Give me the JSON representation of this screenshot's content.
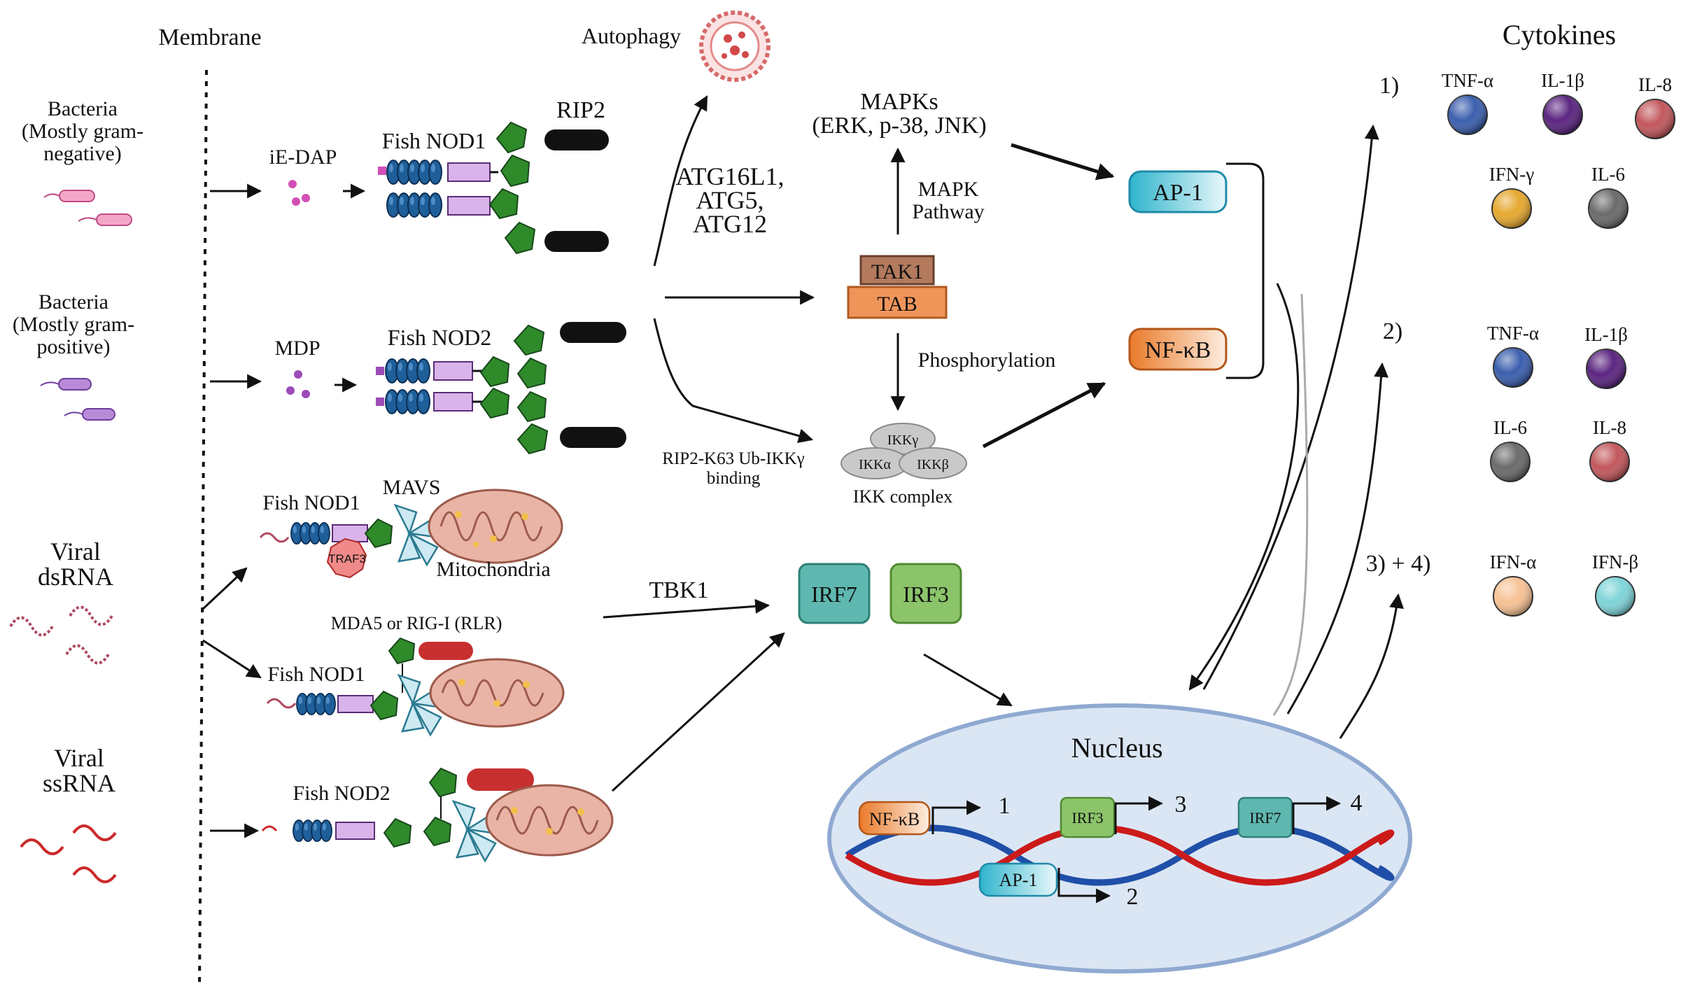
{
  "labels": {
    "membrane": "Membrane",
    "autophagy": "Autophagy",
    "cytokines": "Cytokines",
    "bacteria_neg": [
      "Bacteria",
      "(Mostly gram-",
      "negative)"
    ],
    "bacteria_pos": [
      "Bacteria",
      "(Mostly gram-",
      "positive)"
    ],
    "viral_dsrna": [
      "Viral",
      "dsRNA"
    ],
    "viral_ssrna": [
      "Viral",
      "ssRNA"
    ],
    "ie_dap": "iE-DAP",
    "mdp": "MDP",
    "fish_nod1_a": "Fish NOD1",
    "fish_nod2_a": "Fish NOD2",
    "rip2": "RIP2",
    "fish_nod1_b": "Fish NOD1",
    "mavs": "MAVS",
    "traf3": "TRAF3",
    "mitochondria": "Mitochondria",
    "mda5_rig": "MDA5 or RIG-I (RLR)",
    "fish_nod1_c": "Fish NOD1",
    "fish_nod2_b": "Fish NOD2",
    "atg": [
      "ATG16L1,",
      "ATG5,",
      "ATG12"
    ],
    "rip2_binding": [
      "RIP2-K63 Ub-IKKγ",
      "binding"
    ],
    "tbk1": "TBK1",
    "mapks": [
      "MAPKs",
      "(ERK, p-38, JNK)"
    ],
    "mapk_pathway": [
      "MAPK",
      "Pathway"
    ],
    "tak1": "TAK1",
    "tab": "TAB",
    "phosphorylation": "Phosphorylation",
    "ikk_gamma": "IKKγ",
    "ikk_alpha": "IKKα",
    "ikk_beta": "IKKβ",
    "ikk_complex": "IKK complex",
    "ap1": "AP-1",
    "nfkb": "NF-κB",
    "irf7": "IRF7",
    "irf3": "IRF3",
    "nucleus": "Nucleus",
    "n_nfkb": "NF-κB",
    "n_irf3": "IRF3",
    "n_irf7": "IRF7",
    "n_ap1": "AP-1",
    "n_1": "1",
    "n_2": "2",
    "n_3": "3",
    "n_4": "4"
  },
  "cytokine_groups": [
    {
      "label": "1)",
      "items": [
        {
          "name": "TNF-α",
          "color": "#3b5fae"
        },
        {
          "name": "IL-1β",
          "color": "#5b2580"
        },
        {
          "name": "IL-8",
          "color": "#c2585c"
        },
        {
          "name": "IFN-γ",
          "color": "#e5a830"
        },
        {
          "name": "IL-6",
          "color": "#6b6b6b"
        }
      ]
    },
    {
      "label": "2)",
      "items": [
        {
          "name": "TNF-α",
          "color": "#3b5fae"
        },
        {
          "name": "IL-1β",
          "color": "#5b2580"
        },
        {
          "name": "IL-6",
          "color": "#6b6b6b"
        },
        {
          "name": "IL-8",
          "color": "#c2585c"
        }
      ]
    },
    {
      "label": "3) + 4)",
      "items": [
        {
          "name": "IFN-α",
          "color": "#f7c295"
        },
        {
          "name": "IFN-β",
          "color": "#7fd4d8"
        }
      ]
    }
  ],
  "colors": {
    "cyan": "#3fc4d8",
    "orange": "#ee8a3e",
    "teal": "#5fb8b0",
    "green": "#8cc46a",
    "lrr_green": "#2f8a2a",
    "card_blue": "#1f5f99",
    "nacht_purple": "#b07ac9",
    "dna_red": "#cc1a1a",
    "dna_blue": "#1f4fa8",
    "nucleus_fill": "#dbe6f4",
    "nucleus_edge": "#8fa9d1"
  }
}
